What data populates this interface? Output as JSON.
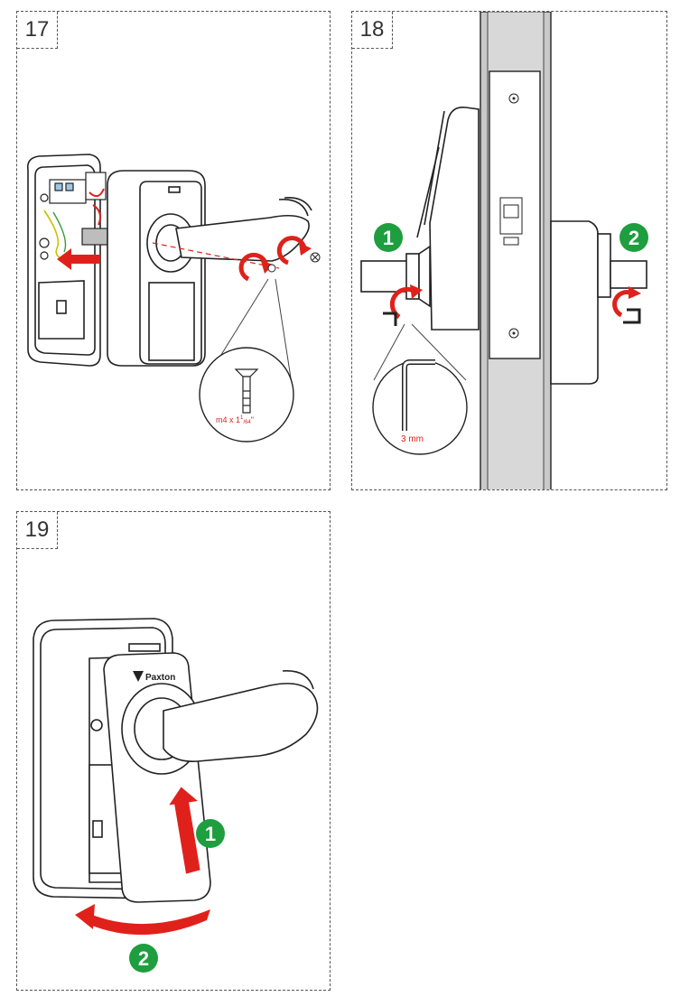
{
  "steps": [
    {
      "number": "17",
      "screw_label": "m4 x 1",
      "screw_label_sup": "1",
      "screw_label_sub": "/64",
      "screw_label_end": "\""
    },
    {
      "number": "18",
      "badge_1": "1",
      "badge_2": "2",
      "hex_key_label": "3 mm"
    },
    {
      "number": "19",
      "brand_logo": "Paxton",
      "badge_1": "1",
      "badge_2": "2"
    }
  ],
  "colors": {
    "accent_red": "#e0211b",
    "badge_green": "#1e9e3e",
    "door_grey": "#c9c9c9"
  },
  "icons": {
    "rotate_arrow": "rotate-arrow-icon",
    "push_arrow": "push-arrow-icon",
    "hex_key": "hex-key-icon"
  }
}
